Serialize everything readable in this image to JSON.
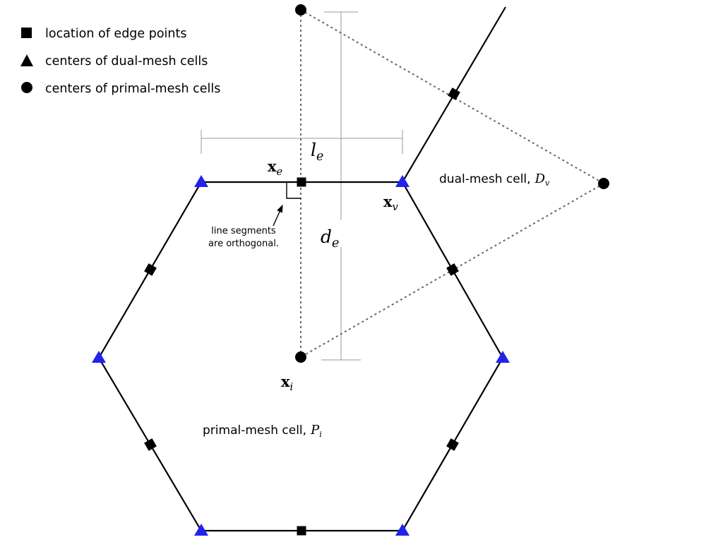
{
  "legend": {
    "items": [
      {
        "icon": "square-icon",
        "label": "location of edge points"
      },
      {
        "icon": "triangle-icon",
        "label": "centers of dual-mesh cells"
      },
      {
        "icon": "circle-icon",
        "label": "centers of primal-mesh cells"
      }
    ]
  },
  "annotations": {
    "xe_base": "x",
    "xe_sub": "e",
    "xv_base": "x",
    "xv_sub": "v",
    "xi_base": "x",
    "xi_sub": "i",
    "le_base": "l",
    "le_sub": "e",
    "de_base": "d",
    "de_sub": "e",
    "dual_text": "dual-mesh cell,",
    "dual_base": "D",
    "dual_sub": "v",
    "primal_text": "primal-mesh cell,",
    "primal_base": "P",
    "primal_sub": "i",
    "note_line1": "line segments",
    "note_line2": "are orthogonal."
  },
  "colors": {
    "edge_black": "#000000",
    "vertex_blue": "#2222ee",
    "dashed_gray": "#666666",
    "measure_gray": "#999999",
    "background": "#ffffff"
  }
}
